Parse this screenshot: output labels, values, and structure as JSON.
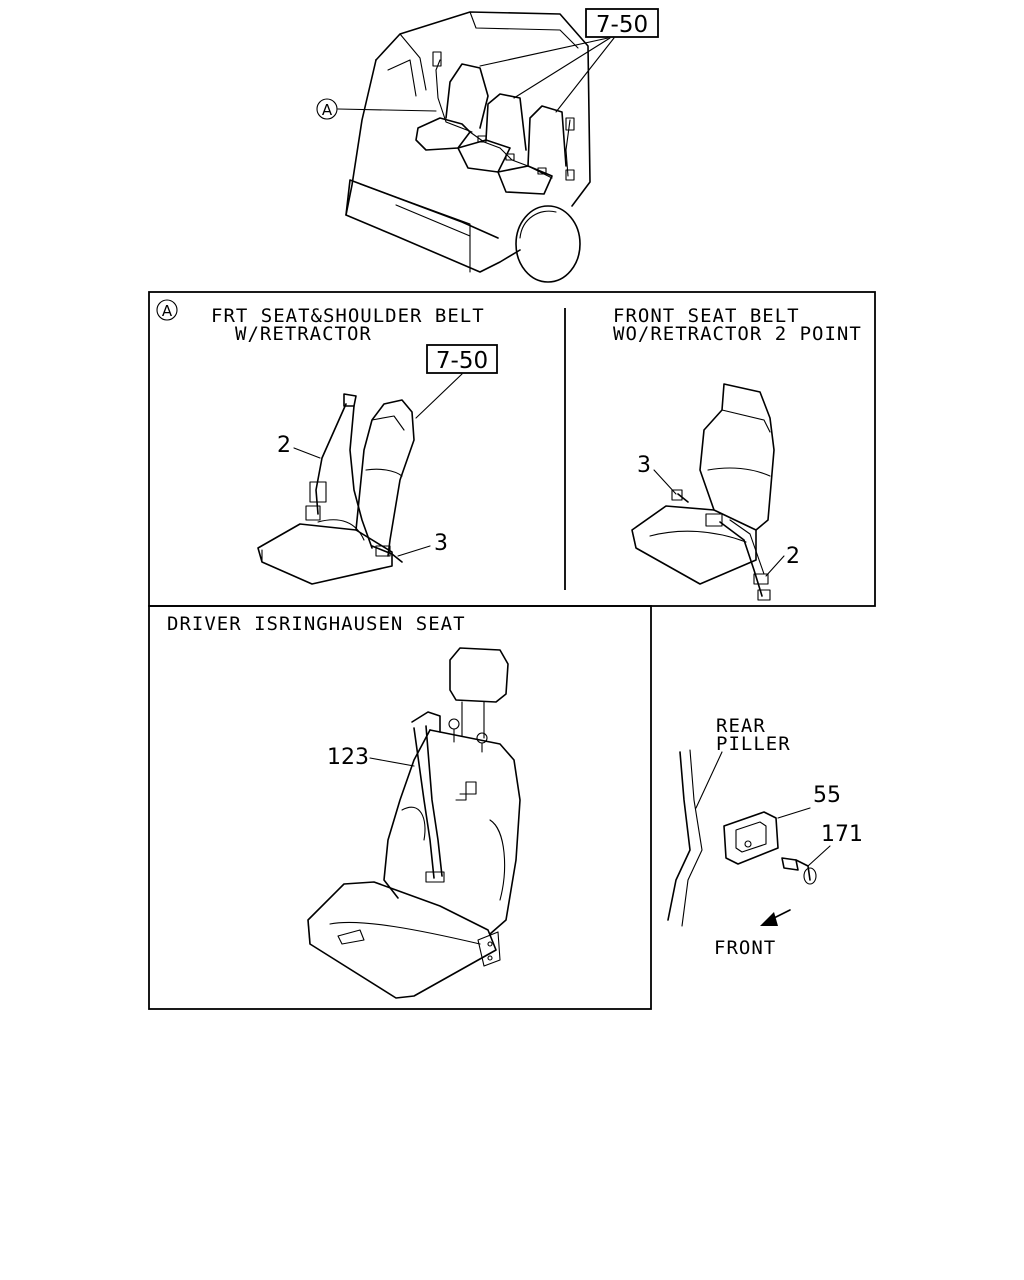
{
  "top": {
    "ref": "7-50",
    "callout": "A"
  },
  "panel_a": {
    "label": "A",
    "left_title_1": "FRT SEAT&SHOULDER BELT",
    "left_title_2": "W/RETRACTOR",
    "left_ref": "7-50",
    "left_parts": [
      "2",
      "3"
    ],
    "right_title_1": "FRONT SEAT BELT",
    "right_title_2": "WO/RETRACTOR 2 POINT",
    "right_parts": [
      "3",
      "2"
    ]
  },
  "panel_b": {
    "title": "DRIVER ISRINGHAUSEN SEAT",
    "part": "123"
  },
  "pillar": {
    "label_1": "REAR",
    "label_2": "PILLER",
    "parts": [
      "55",
      "171"
    ],
    "direction": "FRONT"
  }
}
